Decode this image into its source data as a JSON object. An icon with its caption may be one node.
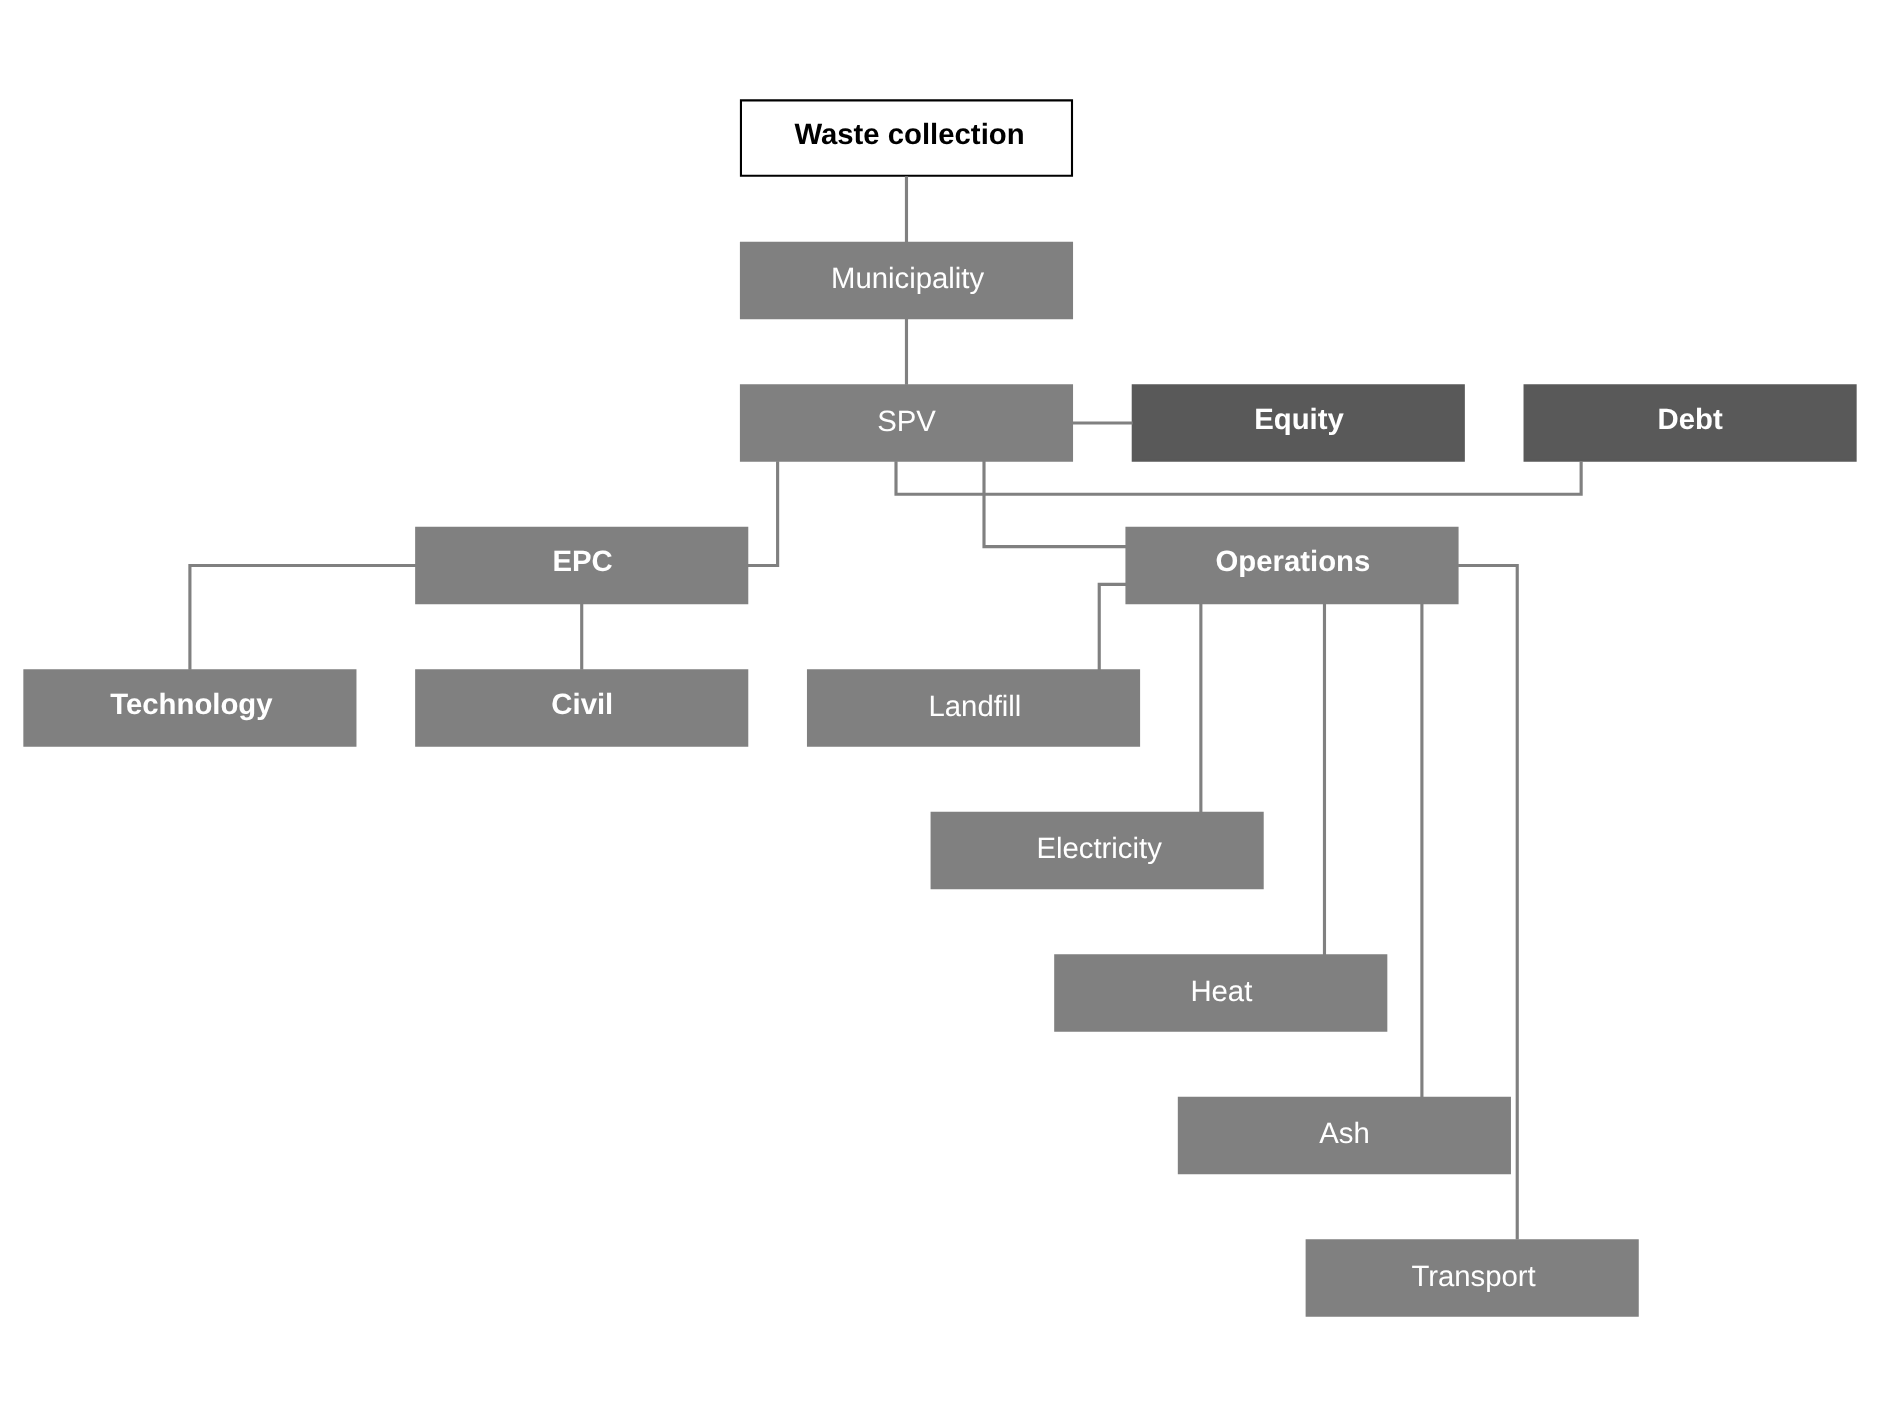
{
  "diagram": {
    "nodes": [
      {
        "text": [
          "Waste collection"
        ]
      },
      {
        "text": [
          "Municipality"
        ]
      },
      {
        "text": [
          "SPV"
        ]
      },
      {
        "text": [
          "Debt"
        ]
      },
      {
        "text": [
          "Equity"
        ]
      },
      {
        "text": [
          "EPC"
        ]
      },
      {
        "text": [
          "Operations"
        ]
      },
      {
        "text": [
          "Technology"
        ]
      },
      {
        "text": [
          "Civil"
        ]
      },
      {
        "text": [
          "Landfill"
        ]
      },
      {
        "text": [
          "Electricity"
        ]
      },
      {
        "text": [
          "Heat"
        ]
      },
      {
        "text": [
          "Ash"
        ]
      },
      {
        "text": [
          "Transport"
        ]
      }
    ],
    "edges": [
      {
        "from": 0,
        "to": 1,
        "arrow": "none"
      },
      {
        "from": 1,
        "to": 2,
        "arrow": "none"
      },
      {
        "from": 2,
        "to": 3,
        "arrow": "none"
      },
      {
        "from": 2,
        "to": 4,
        "arrow": "none"
      },
      {
        "from": 2,
        "to": 5,
        "arrow": "none"
      },
      {
        "from": 2,
        "to": 6,
        "arrow": "none"
      },
      {
        "from": 5,
        "to": 7,
        "arrow": "none"
      },
      {
        "from": 5,
        "to": 8,
        "arrow": "none"
      },
      {
        "from": 6,
        "to": 9,
        "arrow": "none"
      },
      {
        "from": 6,
        "to": 10,
        "arrow": "none"
      },
      {
        "from": 6,
        "to": 11,
        "arrow": "none"
      },
      {
        "from": 6,
        "to": 12,
        "arrow": "none"
      },
      {
        "from": 6,
        "to": 13,
        "arrow": "none"
      }
    ]
  }
}
